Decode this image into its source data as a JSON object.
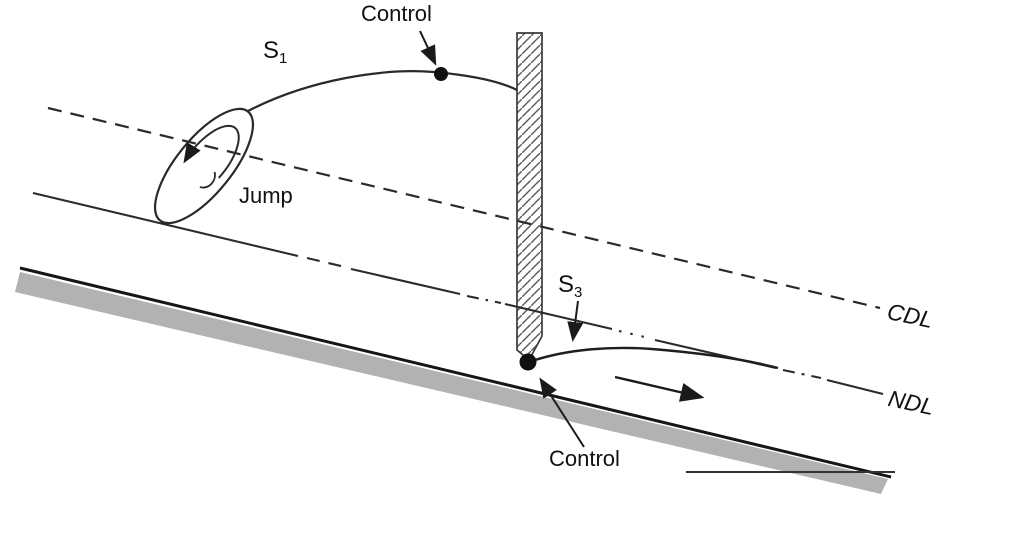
{
  "figure": {
    "type": "open-channel-flow-profile-diagram",
    "background_color": "#ffffff",
    "ink_color": "#1a1a1a",
    "bed_shadow_color": "#b2b2b2",
    "labels": {
      "control_upstream": "Control",
      "control_gate": "Control",
      "jump": "Jump",
      "s1_base": "S",
      "s1_sub": "1",
      "s3_base": "S",
      "s3_sub": "3",
      "cdl": "CDL",
      "ndl": "NDL"
    }
  }
}
